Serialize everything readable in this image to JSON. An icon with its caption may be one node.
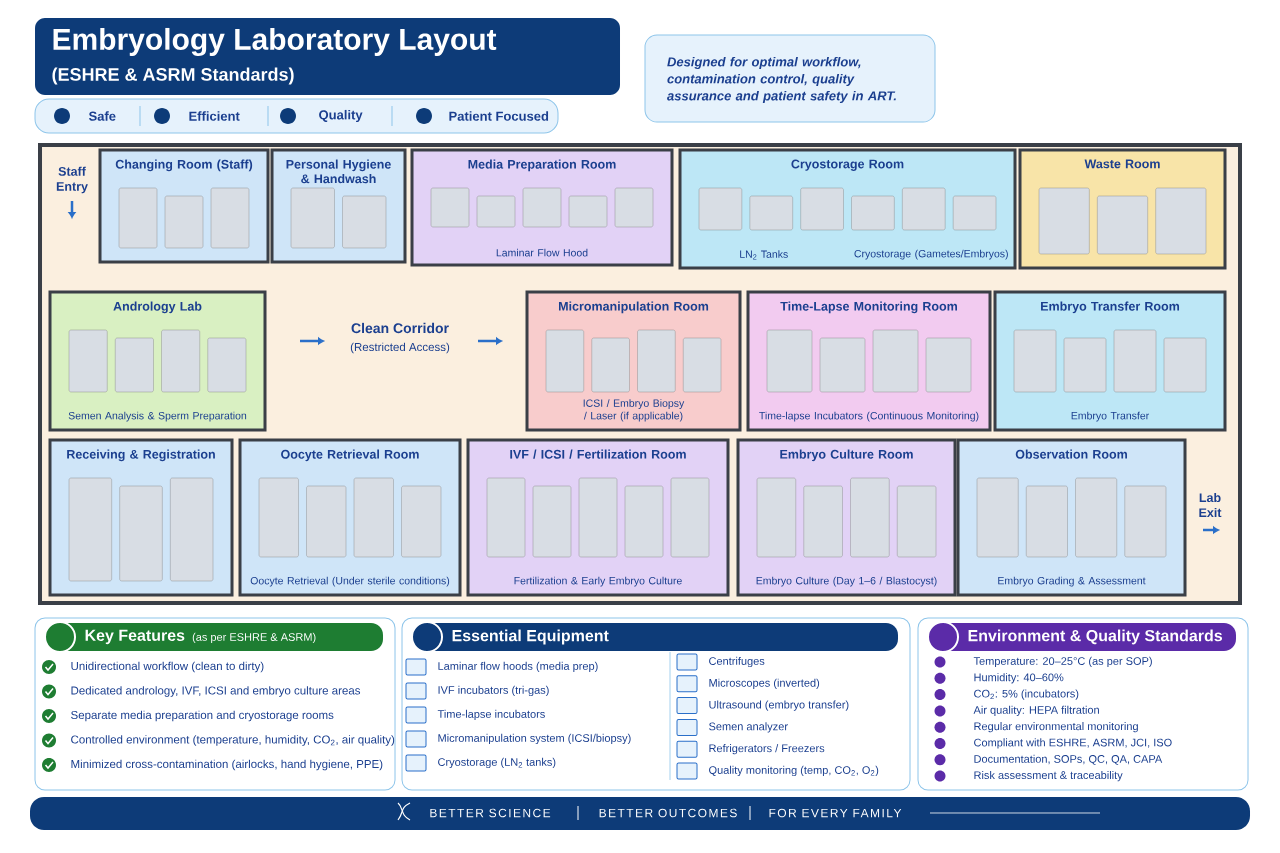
{
  "diagram": {
    "title": "Embryology Laboratory Layout",
    "nodes": [
      {
        "text": [
          "Staff Entry"
        ]
      },
      {
        "text": [
          "Changing Room (Staff)"
        ]
      },
      {
        "text": [
          "Personal Hygiene & Handwash"
        ]
      },
      {
        "text": [
          "Media Preparation Room",
          "Laminar Flow Hood"
        ]
      },
      {
        "text": [
          "Cryostorage Room",
          "LN$_{2}$ Tanks",
          "Cryostorage (Gametes/Embryos)"
        ]
      },
      {
        "text": [
          "Waste Room"
        ]
      },
      {
        "text": [
          "Andrology Lab",
          "Semen Analysis & Sperm Preparation"
        ]
      },
      {
        "text": [
          "Clean Corridor",
          "(Restricted Access)"
        ]
      },
      {
        "text": [
          "Micromanipulation Room",
          "ICSI / Embryo Biopsy / Laser (if applicable)"
        ]
      },
      {
        "text": [
          "Time-Lapse Monitoring Room",
          "Time-lapse Incubators (Continuous Monitoring)"
        ]
      },
      {
        "text": [
          "Embryo Transfer Room",
          "Embryo Transfer"
        ]
      },
      {
        "text": [
          "Receiving & Registration"
        ]
      },
      {
        "text": [
          "Oocyte Retrieval Room",
          "Oocyte Retrieval (Under sterile conditions)"
        ]
      },
      {
        "text": [
          "IVF / ICSI / Fertilization Room",
          "Fertilization & Early Embryo Culture"
        ]
      },
      {
        "text": [
          "Embryo Culture Room",
          "Embryo Culture (Day 1–6 / Blastocyst)"
        ]
      },
      {
        "text": [
          "Observation Room",
          "Embryo Grading & Assessment"
        ]
      },
      {
        "text": [
          "Lab Exit"
        ]
      },
      {
        "text": [
          "Key Features",
          "(as per ESHRE & ASRM)",
          "Unidirectional workflow (clean to dirty)",
          "Dedicated andrology, IVF, ICSI and embryo culture areas",
          "Separate media preparation and cryostorage rooms",
          "Controlled environment (temperature, humidity, CO$_{2}$, air quality)",
          "Minimized cross-contamination (airlocks, hand hygiene, PPE)"
        ]
      },
      {
        "text": [
          "Essential Equipment",
          "Laminar flow hoods (media prep)",
          "IVF incubators (tri-gas)",
          "Time-lapse incubators",
          "Micromanipulation system (ICSI/biopsy)",
          "Cryostorage (LN$_{2}$ tanks)",
          "Centrifuges",
          "Microscopes (inverted)",
          "Ultrasound (embryo transfer)",
          "Semen analyzer",
          "Refrigerators / Freezers",
          "Quality monitoring (temp, CO$_{2}$, O$_{2}$)"
        ]
      },
      {
        "text": [
          "Environment & Quality Standards",
          "Temperature: 20–25°C (as per SOP)",
          "Humidity: 40–60%",
          "CO$_{2}$: 5% (incubators)",
          "Air quality: HEPA filtration",
          "Regular environmental monitoring",
          "Compliant with ESHRE, ASRM, JCI, ISO",
          "Documentation, SOPs, QC, QA, CAPA",
          "Risk assessment & traceability"
        ]
      }
    ],
    "labels": [
      "(ESHRE & ASRM Standards)",
      "Safe",
      "Efficient",
      "Quality",
      "Patient Focused",
      "Designed for optimal workflow, contamination control, quality assurance and patient safety in ART.",
      "BETTER SCIENCE",
      "BETTER OUTCOMES",
      "FOR EVERY FAMILY"
    ]
  }
}
